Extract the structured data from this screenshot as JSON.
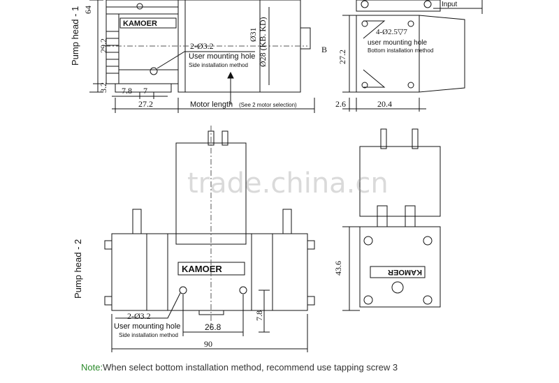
{
  "top": {
    "side_label": "Pump head - 1",
    "dims": {
      "d64": "64",
      "d29_2": "29.2",
      "d3_2": "3.2",
      "d7_8": "7.8",
      "d7": "7",
      "d27_2": "27.2",
      "dia31": "Ø31",
      "dia28": "Ø28 (KB. KD)",
      "mount": "2-Ø3.2",
      "b": "B",
      "r27_2": "27.2",
      "r2_6": "2.6",
      "r20_4": "20.4"
    },
    "brand": "KAMOER",
    "mount_label": "User mounting hole",
    "mount_sub": "Side installation method",
    "motor_length": "Motor length",
    "motor_length_sub": "(See 2 motor selection)",
    "right_mount": "4-Ø2.5▽7",
    "right_mount_label": "user mounting hole",
    "right_mount_sub": "Bottom installation method",
    "input": "Input"
  },
  "bottom": {
    "side_label": "Pump head - 2",
    "brand": "KAMOER",
    "mount": "2-Ø3.2",
    "mount_label": "User mounting hole",
    "mount_sub": "Side installation method",
    "d26_8": "26.8",
    "d7_8": "7.8",
    "d90": "90",
    "d43_6": "43.6",
    "back_brand": "KAMOER"
  },
  "watermark": "trade.china.cn",
  "note": {
    "label": "Note:",
    "text": "When select bottom installation method, recommend use tapping screw 3"
  }
}
